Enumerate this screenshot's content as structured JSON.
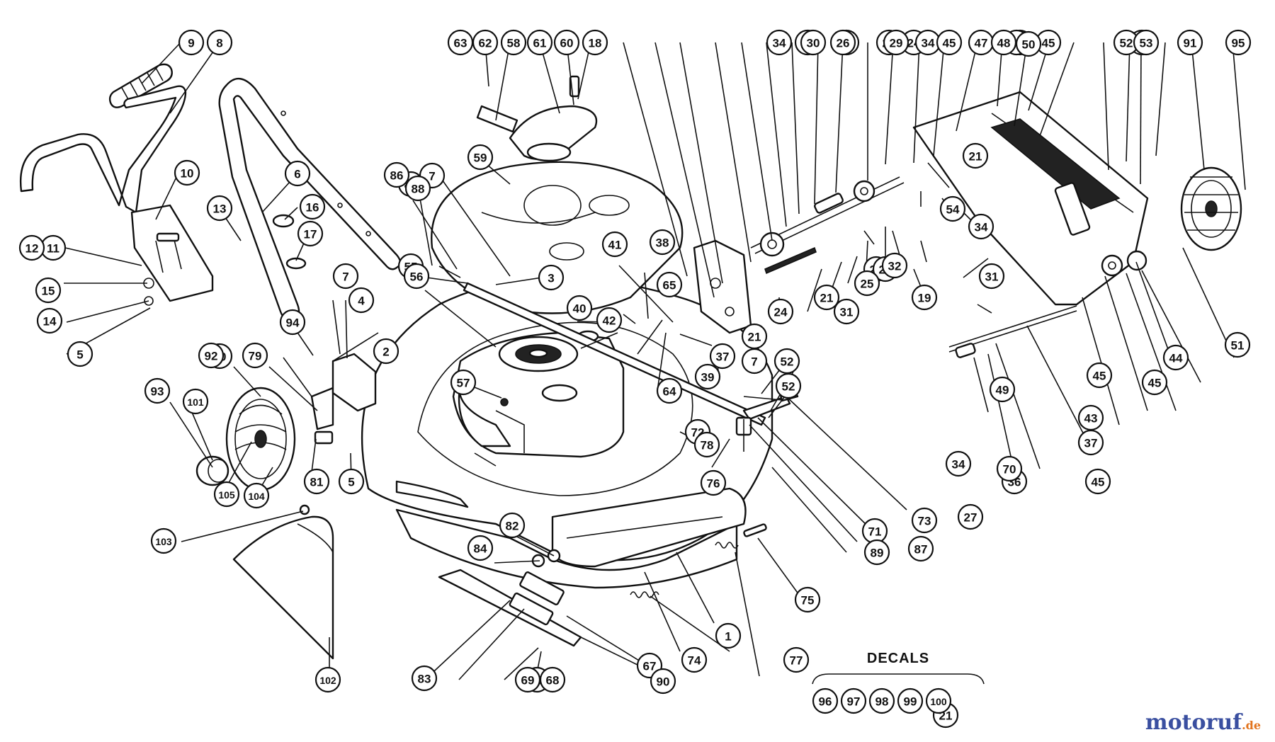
{
  "decals_label": "DECALS",
  "watermark": {
    "brand": "motoruf",
    "suffix": ".de",
    "brand_color": "#3a4fa0",
    "dot_color": "#e2731c"
  },
  "decals": [
    "96",
    "97",
    "98",
    "99",
    "100"
  ],
  "callouts": [
    "1",
    "2",
    "3",
    "4",
    "5",
    "5",
    "6",
    "7",
    "7",
    "7",
    "8",
    "9",
    "10",
    "11",
    "12",
    "13",
    "14",
    "15",
    "16",
    "17",
    "18",
    "19",
    "20",
    "21",
    "21",
    "21",
    "21",
    "21",
    "22",
    "23",
    "24",
    "24",
    "25",
    "26",
    "27",
    "28",
    "29",
    "30",
    "31",
    "31",
    "32",
    "33",
    "34",
    "34",
    "34",
    "34",
    "35",
    "36",
    "37",
    "37",
    "38",
    "39",
    "40",
    "41",
    "42",
    "43",
    "44",
    "45",
    "45",
    "45",
    "45",
    "45",
    "46",
    "47",
    "48",
    "49",
    "50",
    "51",
    "52",
    "52",
    "52",
    "53",
    "54",
    "55",
    "56",
    "57",
    "58",
    "59",
    "60",
    "61",
    "62",
    "63",
    "64",
    "65",
    "66",
    "67",
    "68",
    "69",
    "70",
    "71",
    "72",
    "73",
    "74",
    "75",
    "76",
    "77",
    "78",
    "79",
    "80",
    "81",
    "82",
    "83",
    "84",
    "85",
    "86",
    "87",
    "88",
    "89",
    "90",
    "91",
    "92",
    "93",
    "94",
    "95",
    "101",
    "102",
    "103",
    "104",
    "105"
  ]
}
